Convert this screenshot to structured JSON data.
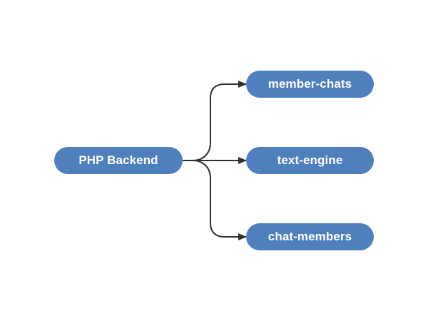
{
  "nodes": {
    "source": {
      "label": "PHP Backend"
    },
    "targets": [
      {
        "label": "member-chats"
      },
      {
        "label": "text-engine"
      },
      {
        "label": "chat-members"
      }
    ]
  },
  "edges": [
    {
      "from": "PHP Backend",
      "to": "member-chats"
    },
    {
      "from": "PHP Backend",
      "to": "text-engine"
    },
    {
      "from": "PHP Backend",
      "to": "chat-members"
    }
  ],
  "colors": {
    "node_fill": "#4f7fbc",
    "node_text": "#ffffff",
    "edge": "#2f2f2f",
    "background": "#ffffff"
  }
}
